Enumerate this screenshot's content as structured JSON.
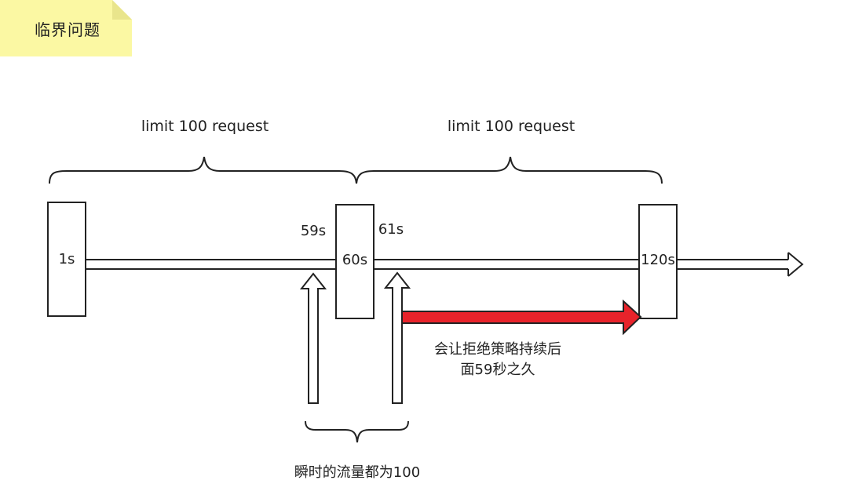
{
  "note": {
    "title": "临界问题",
    "color": "#fbf8a3",
    "fold_color": "#eeeb8e"
  },
  "timeline": {
    "start_label": "1s",
    "mid_label": "60s",
    "end_label": "120s",
    "before_mid_label": "59s",
    "after_mid_label": "61s"
  },
  "windows": {
    "first": "limit 100 request",
    "second": "limit 100 request"
  },
  "burst": {
    "label": "瞬时的流量都为100"
  },
  "rejection": {
    "line1": "会让拒绝策略持续后",
    "line2": "面59秒之久",
    "color": "#e8232b"
  }
}
